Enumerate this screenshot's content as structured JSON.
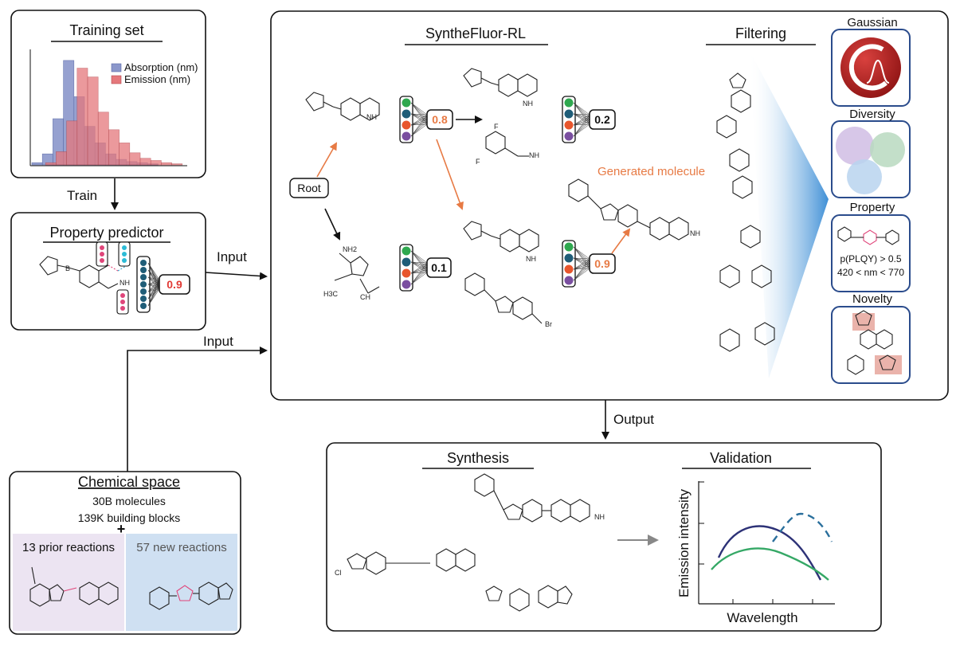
{
  "training": {
    "title": "Training set",
    "legend": [
      "Absorption (nm)",
      "Emission (nm)"
    ],
    "absorption_bins": [
      0.02,
      0.1,
      0.42,
      0.95,
      0.62,
      0.35,
      0.2,
      0.1,
      0.05,
      0.03,
      0.02,
      0.01,
      0.0,
      0.0
    ],
    "emission_bins": [
      0.0,
      0.02,
      0.12,
      0.4,
      0.88,
      0.8,
      0.48,
      0.32,
      0.2,
      0.11,
      0.06,
      0.04,
      0.02,
      0.01
    ],
    "colors": {
      "absorption": "#8b97cb",
      "emission": "#e5787c"
    }
  },
  "arrows": {
    "train": "Train",
    "input1": "Input",
    "input2": "Input",
    "output": "Output"
  },
  "predictor": {
    "title": "Property predictor",
    "score": "0.9"
  },
  "synthefluor": {
    "title": "SyntheFluor-RL",
    "root": "Root",
    "scores": {
      "top": "0.8",
      "top_right": "0.2",
      "bottom": "0.1",
      "final": "0.9"
    },
    "generated_label": "Generated molecule",
    "node_colors": [
      "#2fa84f",
      "#1f5d78",
      "#e8562d",
      "#7a4fa0"
    ],
    "accent": "#e77a44"
  },
  "filtering": {
    "title": "Filtering",
    "panels": {
      "gaussian": "Gaussian",
      "diversity": "Diversity",
      "property": "Property",
      "property_rules": [
        "p(PLQY) > 0.5",
        "420 < nm < 770"
      ],
      "novelty": "Novelty"
    }
  },
  "chemical_space": {
    "title": "Chemical space",
    "lines": [
      "30B molecules",
      "139K building blocks"
    ],
    "plus": "+",
    "prior": "13 prior reactions",
    "new": "57 new reactions"
  },
  "output_box": {
    "synthesis": "Synthesis",
    "validation": "Validation",
    "ylabel": "Emission intensity",
    "xlabel": "Wavelength"
  }
}
